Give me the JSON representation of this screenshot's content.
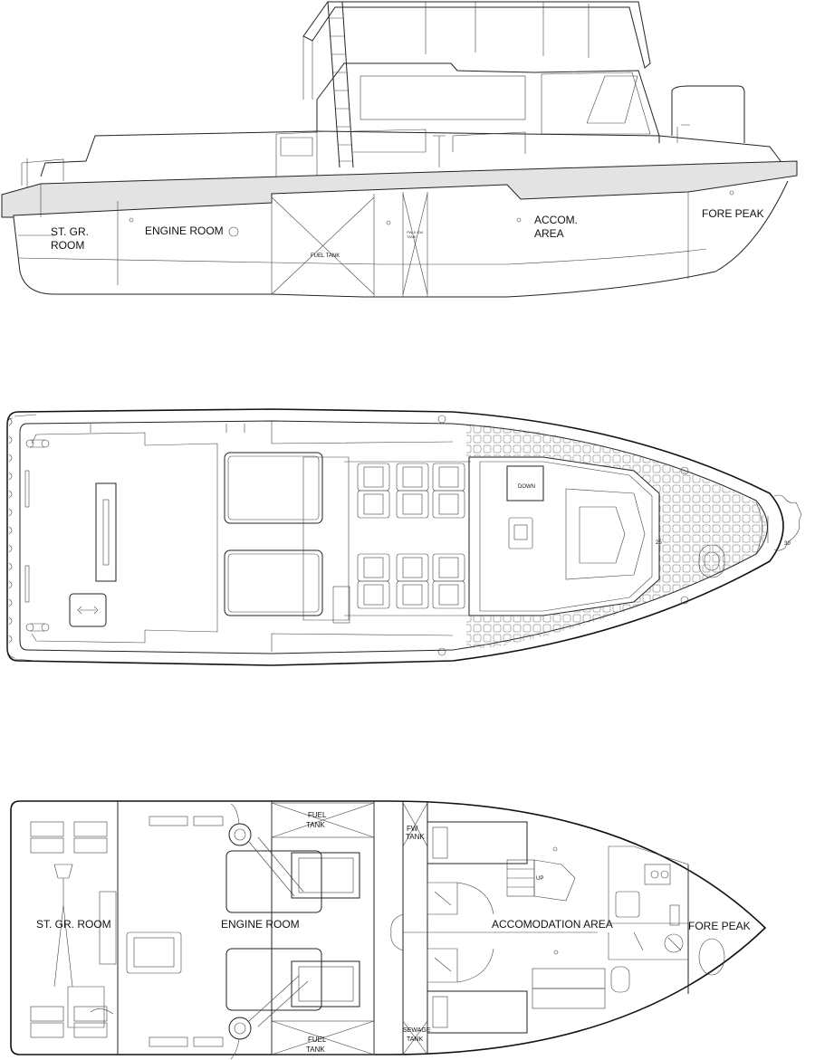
{
  "side_profile": {
    "labels": {
      "st_gr_room": [
        "ST. GR.",
        "ROOM"
      ],
      "engine_room": "ENGINE ROOM",
      "fuel_tank": "FUEL TANK",
      "pw_gw_tank": [
        "PW & GW",
        "TANK"
      ],
      "accom_area": [
        "ACCOM.",
        "AREA"
      ],
      "fore_peak": "FORE PEAK"
    }
  },
  "deck_plan": {
    "labels": {
      "down": "DOWN",
      "frame_25": "25",
      "frame_30": "30"
    }
  },
  "lower_deck": {
    "labels": {
      "st_gr_room": "ST. GR. ROOM",
      "engine_room": "ENGINE ROOM",
      "fuel_tank_top": [
        "FUEL",
        "TANK"
      ],
      "fuel_tank_bottom": [
        "FUEL",
        "TANK"
      ],
      "fw_tank": [
        "FW",
        "TANK"
      ],
      "sewage_tank": [
        "SEWAGE",
        "TANK"
      ],
      "up": "UP",
      "accomodation_area": "ACCOMODATION AREA",
      "fore_peak": "FORE PEAK"
    }
  }
}
